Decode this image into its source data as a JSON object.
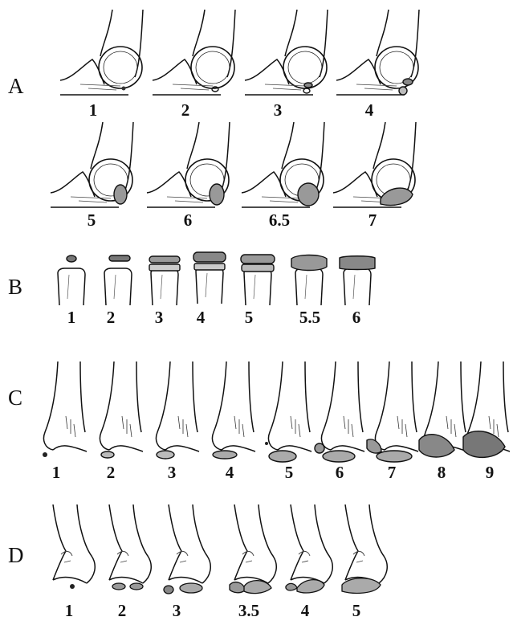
{
  "panels": {
    "A": {
      "label": "A",
      "stages": [
        "1",
        "2",
        "3",
        "4",
        "5",
        "6",
        "6.5",
        "7"
      ]
    },
    "B": {
      "label": "B",
      "stages": [
        "1",
        "2",
        "3",
        "4",
        "5",
        "5.5",
        "6"
      ]
    },
    "C": {
      "label": "C",
      "stages": [
        "1",
        "2",
        "3",
        "4",
        "5",
        "6",
        "7",
        "8",
        "9"
      ]
    },
    "D": {
      "label": "D",
      "stages": [
        "1",
        "2",
        "3",
        "3.5",
        "4",
        "5"
      ]
    }
  }
}
